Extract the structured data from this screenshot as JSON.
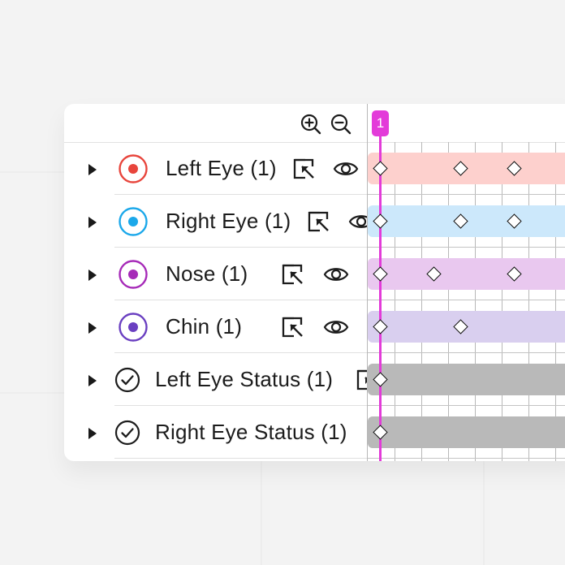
{
  "playhead": {
    "frame": "1"
  },
  "tracks": [
    {
      "label": "Left Eye (1)",
      "kind": "point",
      "color": "#e8453c",
      "bar_color": "#fdd0cd",
      "keyframes": [
        0,
        3,
        5
      ]
    },
    {
      "label": "Right Eye (1)",
      "kind": "point",
      "color": "#1ba8ea",
      "bar_color": "#cce8fb",
      "keyframes": [
        0,
        3,
        5
      ]
    },
    {
      "label": "Nose (1)",
      "kind": "point",
      "color": "#a62ab8",
      "bar_color": "#e9c8ef",
      "keyframes": [
        0,
        2,
        5
      ]
    },
    {
      "label": "Chin (1)",
      "kind": "point",
      "color": "#6a3fc1",
      "bar_color": "#d9cfef",
      "keyframes": [
        0,
        3
      ]
    },
    {
      "label": "Left Eye Status (1)",
      "kind": "status",
      "color": "#1c1c1c",
      "bar_color": "#b9b9b9",
      "keyframes": [
        0
      ]
    },
    {
      "label": "Right Eye Status (1)",
      "kind": "status",
      "color": "#1c1c1c",
      "bar_color": "#b9b9b9",
      "keyframes": [
        0
      ]
    }
  ],
  "icons": {
    "zoom_in": "zoom-in-icon",
    "zoom_out": "zoom-out-icon",
    "select": "cursor-select-icon",
    "visibility": "eye-icon",
    "point": "radio-target-icon",
    "status": "check-circle-icon"
  }
}
